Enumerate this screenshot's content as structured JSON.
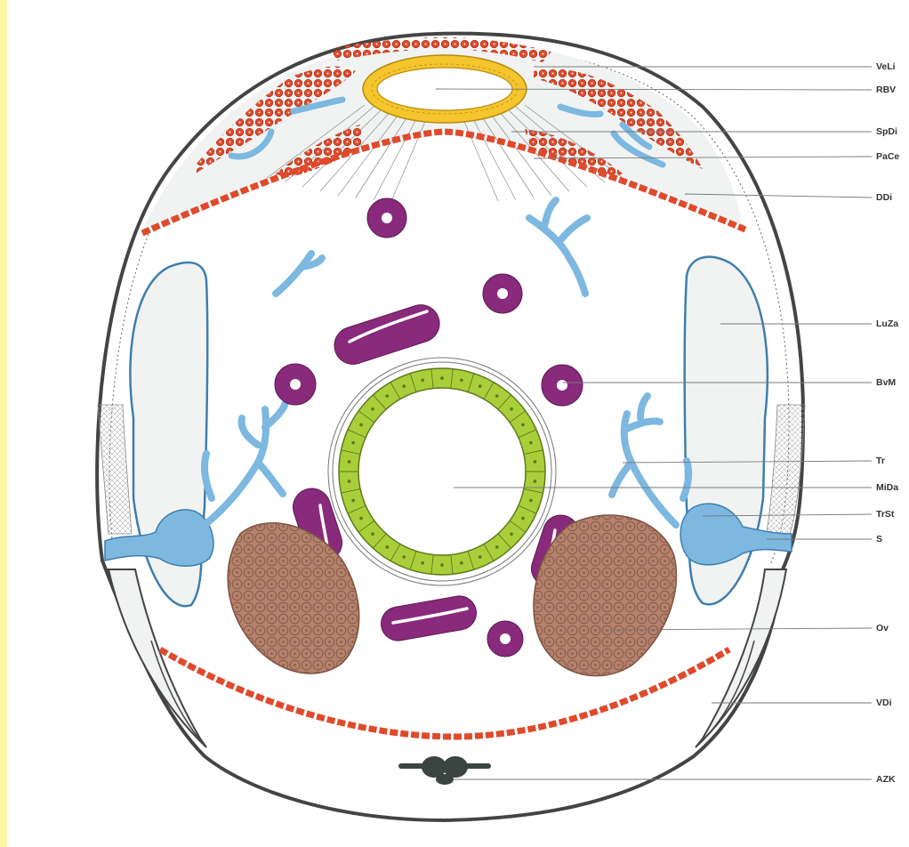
{
  "colors": {
    "edge_strip": "#fff7a6",
    "body_outline": "#444444",
    "tissue_fill": "#f0f3f2",
    "red": "#df4a2c",
    "red_dark": "#a82d14",
    "yellow": "#f4c52c",
    "blue": "#7cb8e0",
    "blue_dark": "#3f7eae",
    "purple": "#8a2a7c",
    "green": "#a8cf3a",
    "green_dark": "#5e7a1c",
    "brown": "#b4826c",
    "dark": "#3a4440",
    "leader": "#7a7a7a"
  },
  "labels": [
    "VeLi",
    "RBV",
    "SpDi",
    "PaCe",
    "DDi",
    "LuZa",
    "BvM",
    "Tr",
    "MiDa",
    "TrSt",
    "S",
    "Ov",
    "VDi",
    "AZK"
  ]
}
